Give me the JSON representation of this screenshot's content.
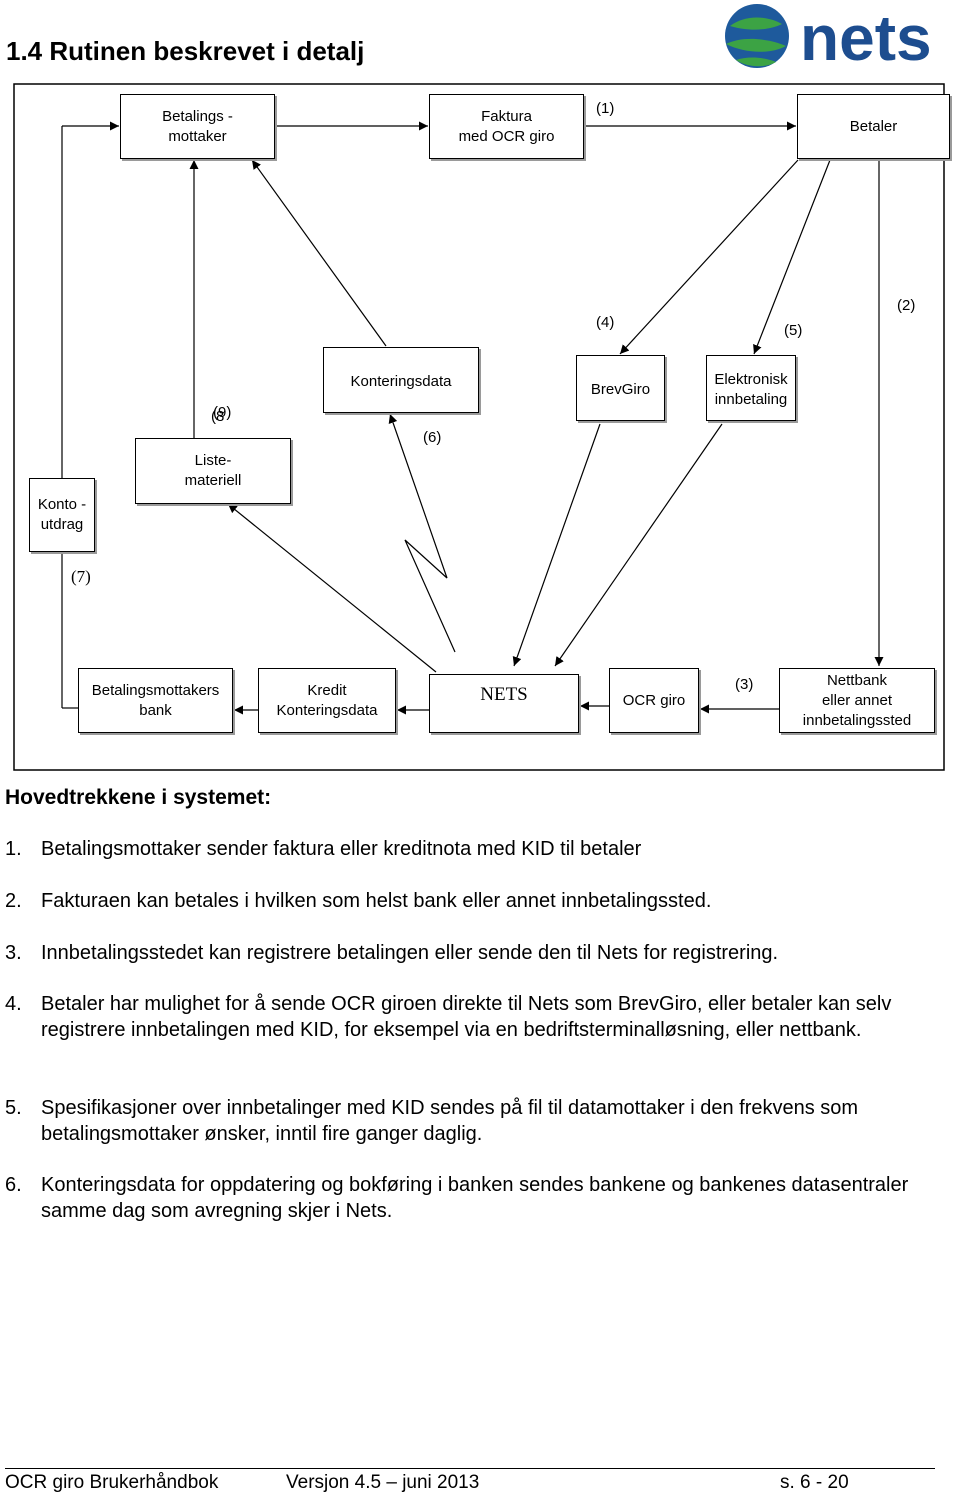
{
  "page_title": "1.4  Rutinen beskrevet i detalj",
  "logo": {
    "text": "nets",
    "colors": {
      "globe_blue": "#1e5a9c",
      "globe_green": "#3ca344",
      "text": "#1d4d8f"
    }
  },
  "diagram": {
    "nodes": {
      "betalingsmottaker": "Betalings -\nmottaker",
      "faktura": "Faktura\nmed OCR giro",
      "betaler": "Betaler",
      "konteringsdata": "Konteringsdata",
      "brevgiro": "BrevGiro",
      "elektronisk": "Elektronisk\ninnbetaling",
      "listemateriell": "Liste-\nmateriell",
      "kontoutdrag": "Konto -\nutdrag",
      "mottakers_bank": "Betalingsmottakers\nbank",
      "kredit": "Kredit\nKonteringsdata",
      "nets": "NETS",
      "ocr_giro": "OCR giro",
      "nettbank": "Nettbank\neller annet\ninnbetalingssted"
    },
    "labels": {
      "l1": "(1)",
      "l2": "(2)",
      "l3": "(3)",
      "l4": "(4)",
      "l5": "(5)",
      "l6": "(6)",
      "l7": "(7)",
      "l8": "(8",
      "l9": "(9)"
    }
  },
  "summary": {
    "heading": "Hovedtrekkene i systemet:",
    "steps": [
      {
        "num": "1.",
        "text": "Betalingsmottaker sender faktura eller kreditnota med KID til betaler"
      },
      {
        "num": "2.",
        "text": "Fakturaen kan betales i hvilken som helst bank eller annet innbetalingssted."
      },
      {
        "num": "3.",
        "text": "Innbetalingsstedet kan registrere betalingen eller sende den til Nets for registrering."
      },
      {
        "num": "4.",
        "text": "Betaler har mulighet for å sende OCR giroen direkte til Nets som BrevGiro, eller betaler kan selv registrere innbetalingen med KID, for eksempel via en bedriftsterminalløsning, eller nettbank."
      },
      {
        "num": "5.",
        "text": "Spesifikasjoner over innbetalinger med KID sendes på fil til datamottaker i den frekvens som betalingsmottaker ønsker, inntil fire ganger daglig."
      },
      {
        "num": "6.",
        "text": "Konteringsdata for oppdatering og bokføring i banken sendes bankene og bankenes datasentraler samme dag som avregning skjer i Nets."
      }
    ]
  },
  "footer": {
    "left": "OCR giro Brukerhåndbok",
    "middle": "Versjon 4.5 – juni 2013",
    "right": "s. 6 - 20"
  }
}
